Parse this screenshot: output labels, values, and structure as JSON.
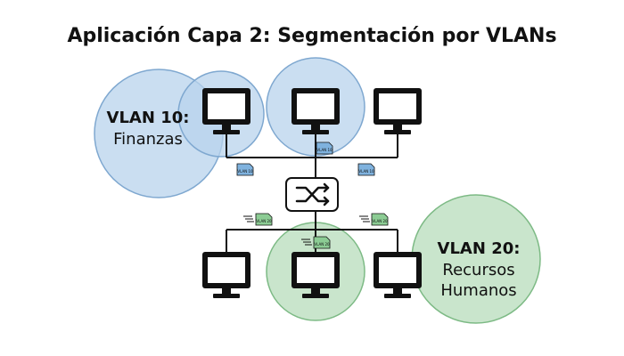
{
  "title": "Aplicación Capa 2: Segmentación por VLANs",
  "vlan10": {
    "name": "VLAN 10:",
    "dept_lines": [
      "Finanzas"
    ],
    "tag_label": "VLAN 10",
    "circle_fill": "#b8d3ec",
    "circle_stroke": "#7fa8d0",
    "tag_fill": "#7fb2de"
  },
  "vlan20": {
    "name": "VLAN 20:",
    "dept_lines": [
      "Recursos",
      "Humanos"
    ],
    "tag_label": "VLAN 20",
    "circle_fill": "#bfe0c3",
    "circle_stroke": "#7dba85",
    "tag_fill": "#8ccc94"
  },
  "icons": {
    "computer": "monitor-icon",
    "switch": "switch-shuffle-icon",
    "packet": "tagged-frame-icon"
  },
  "colors": {
    "ink": "#111111",
    "background": "#ffffff"
  }
}
